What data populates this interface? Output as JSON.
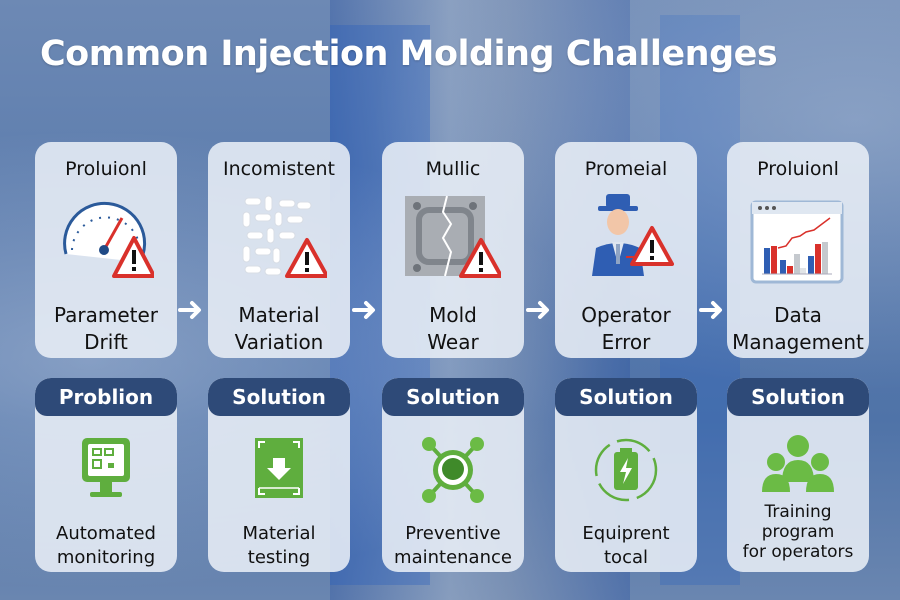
{
  "title": "Common Injection Molding Challenges",
  "problems": [
    {
      "label": "Proluionl",
      "name_line1": "Parameter",
      "name_line2": "Drift",
      "icon": "gauge-warning-icon"
    },
    {
      "label": "Incomistent",
      "name_line1": "Material",
      "name_line2": "Variation",
      "icon": "pellets-warning-icon"
    },
    {
      "label": "Mullic",
      "name_line1": "Mold",
      "name_line2": "Wear",
      "icon": "cracked-mold-warning-icon"
    },
    {
      "label": "Promeial",
      "name_line1": "Operator",
      "name_line2": "Error",
      "icon": "operator-warning-icon"
    },
    {
      "label": "Proluionl",
      "name_line1": "Data",
      "name_line2": "Management",
      "icon": "chart-window-icon"
    }
  ],
  "solutions": [
    {
      "header": "Problion",
      "name_line1": "Automated",
      "name_line2": "monitoring",
      "icon": "monitor-icon"
    },
    {
      "header": "Solution",
      "name_line1": "Material",
      "name_line2": "testing",
      "icon": "test-frame-icon"
    },
    {
      "header": "Solution",
      "name_line1": "Preventive",
      "name_line2": "maintenance",
      "icon": "gear-nodes-icon"
    },
    {
      "header": "Solution",
      "name_line1": "Equiprent",
      "name_line2": "tocal",
      "icon": "battery-cycle-icon"
    },
    {
      "header": "Solution",
      "name_line1": "Training",
      "name_line2": "program",
      "name_line3": "for operators",
      "icon": "team-icon"
    }
  ],
  "colors": {
    "pill": "#2e4a78",
    "warning_red": "#d9312b",
    "solution_green": "#5fae3e",
    "card_bg": "#e8eef6"
  }
}
